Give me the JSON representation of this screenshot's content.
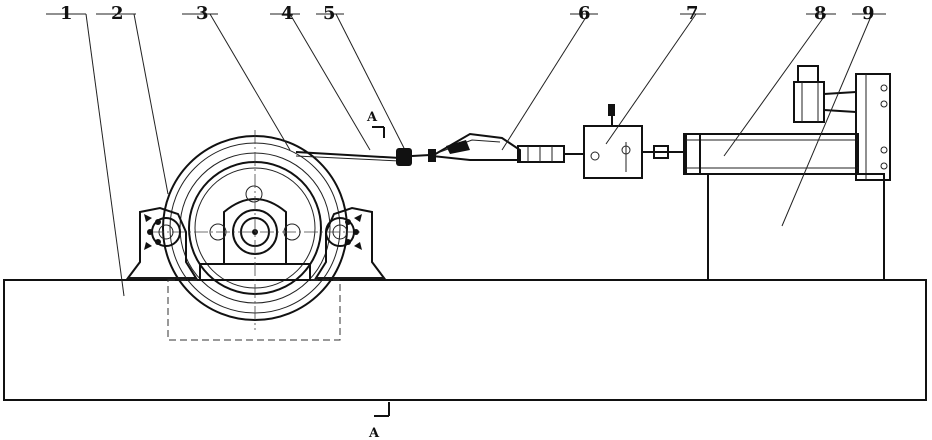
{
  "callouts": [
    "1",
    "2",
    "3",
    "4",
    "5",
    "6",
    "7",
    "8",
    "9"
  ],
  "section": {
    "top_letter": "A",
    "bottom_letter": "A"
  }
}
